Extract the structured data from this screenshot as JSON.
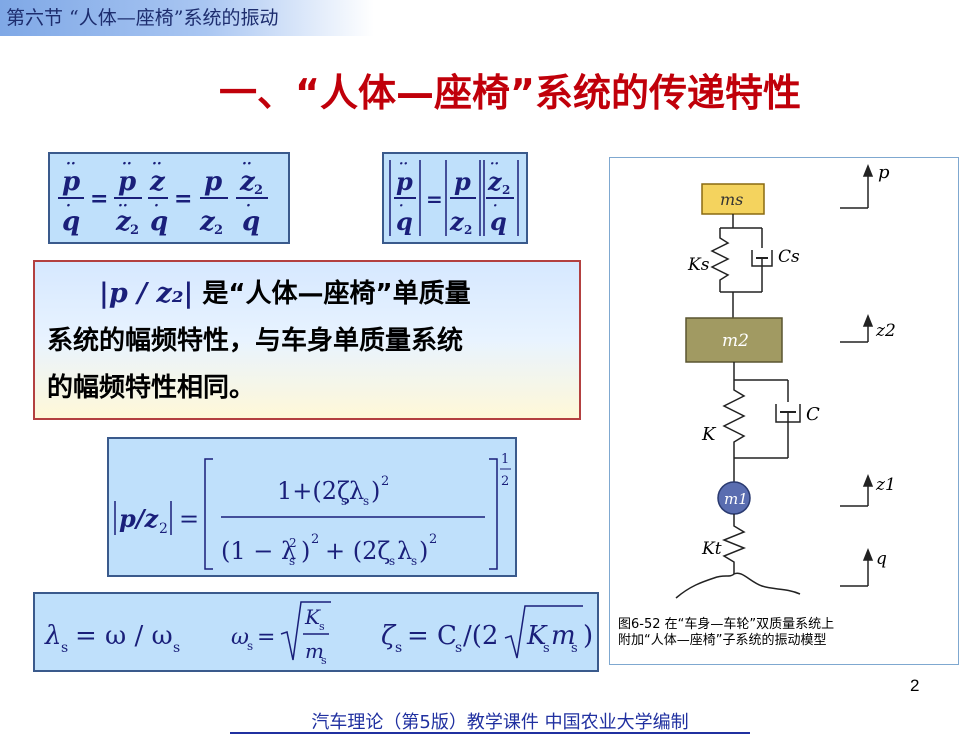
{
  "header": {
    "section": "第六节 “人体—座椅”系统的振动"
  },
  "title": "一、“人体—座椅”系统的传递特性",
  "description": {
    "formula": "|p / z₂|",
    "text_line1": "是“人体—座椅”单质量",
    "text_line2": "系统的幅频特性，与车身单质量系统",
    "text_line3": "的幅频特性相同。"
  },
  "diagram": {
    "mass_s": "ms",
    "mass_2": "m2",
    "mass_1": "m1",
    "spring_s": "Ks",
    "damper_s": "Cs",
    "spring": "K",
    "damper": "C",
    "spring_t": "Kt",
    "coord_p": "p",
    "coord_z2": "z2",
    "coord_z1": "z1",
    "coord_q": "q",
    "caption_line1": "图6-52 在“车身—车轮”双质量系统上",
    "caption_line2": "附加“人体—座椅”子系统的振动模型"
  },
  "colors": {
    "title": "#c0000a",
    "formula": "#1a1f7a",
    "formula_bg": "#bfe0fb",
    "mass_s_fill": "#f4d35e",
    "mass_2_fill": "#a19a62",
    "mass_1_fill": "#5a6db0"
  },
  "page_number": "2",
  "footer": "汽车理论（第5版）教学课件  中国农业大学编制"
}
